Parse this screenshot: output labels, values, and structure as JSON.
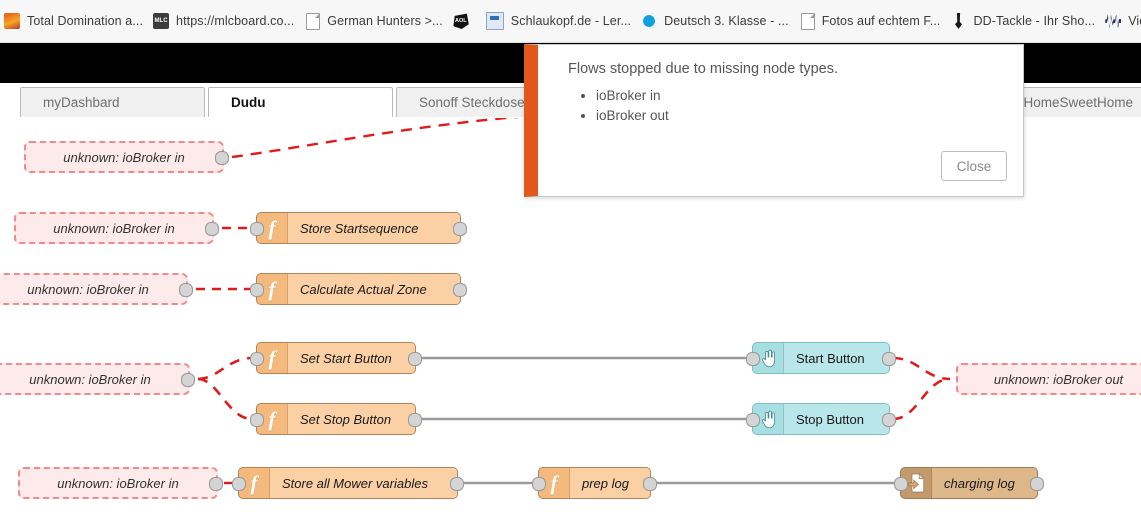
{
  "browser": {
    "bookmarks": [
      {
        "label": "Total Domination a...",
        "icon": "flame-icon"
      },
      {
        "label": "https://mlcboard.co...",
        "icon": "mlc-icon"
      },
      {
        "label": "German Hunters >...",
        "icon": "document-icon"
      },
      {
        "label": "",
        "icon": "aol-icon"
      },
      {
        "label": "Schlaukopf.de - Ler...",
        "icon": "schlaukopf-icon"
      },
      {
        "label": "Deutsch 3. Klasse - ...",
        "icon": "gear-icon"
      },
      {
        "label": "Fotos auf echtem F...",
        "icon": "document-icon"
      },
      {
        "label": "DD-Tackle - Ihr Sho...",
        "icon": "tackle-icon"
      },
      {
        "label": "Vie",
        "icon": "waveform-icon"
      }
    ]
  },
  "tabs": [
    {
      "label": "myDashbard",
      "active": false
    },
    {
      "label": "Dudu",
      "active": true
    },
    {
      "label": "Sonoff Steckdosen",
      "active": false
    },
    {
      "label": "x HomeSweetHome",
      "active": false
    }
  ],
  "notification": {
    "title": "Flows stopped due to missing node types.",
    "items": [
      "ioBroker in",
      "ioBroker out"
    ],
    "close_label": "Close",
    "accent_color": "#e1571c"
  },
  "flow": {
    "nodes": [
      {
        "id": "iob-in-1",
        "label": "unknown: ioBroker in",
        "type": "unknown"
      },
      {
        "id": "iob-in-2",
        "label": "unknown: ioBroker in",
        "type": "unknown"
      },
      {
        "id": "iob-in-3",
        "label": "unknown: ioBroker in",
        "type": "unknown"
      },
      {
        "id": "iob-in-4",
        "label": "unknown: ioBroker in",
        "type": "unknown"
      },
      {
        "id": "iob-in-5",
        "label": "unknown: ioBroker in",
        "type": "unknown"
      },
      {
        "id": "iob-out-1",
        "label": "unknown: ioBroker out",
        "type": "unknown"
      },
      {
        "id": "fn-store-start",
        "label": "Store Startsequence",
        "type": "function"
      },
      {
        "id": "fn-calc-zone",
        "label": "Calculate Actual Zone",
        "type": "function"
      },
      {
        "id": "fn-set-start",
        "label": "Set Start Button",
        "type": "function"
      },
      {
        "id": "fn-set-stop",
        "label": "Set Stop Button",
        "type": "function"
      },
      {
        "id": "fn-store-mower",
        "label": "Store all Mower variables",
        "type": "function"
      },
      {
        "id": "fn-prep-log",
        "label": "prep log",
        "type": "function"
      },
      {
        "id": "ui-start-button",
        "label": "Start Button",
        "type": "ui-button"
      },
      {
        "id": "ui-stop-button",
        "label": "Stop Button",
        "type": "ui-button"
      },
      {
        "id": "file-charging-log",
        "label": "charging log",
        "type": "file"
      }
    ],
    "colors": {
      "unknown_fill": "#fdeaea",
      "unknown_border": "#f08a8a",
      "function_fill": "#fbd0a5",
      "function_icon": "#f3b97d",
      "ui_fill": "#b9e6e8",
      "ui_icon": "#a7dee1",
      "file_fill": "#ddb68a",
      "file_icon": "#c49a6c",
      "wire_broken": "#e01b1b",
      "wire_ok": "#999999"
    },
    "icons": {
      "function": "f",
      "ui_button": "hand-pointer-icon",
      "file": "file-out-icon"
    }
  }
}
